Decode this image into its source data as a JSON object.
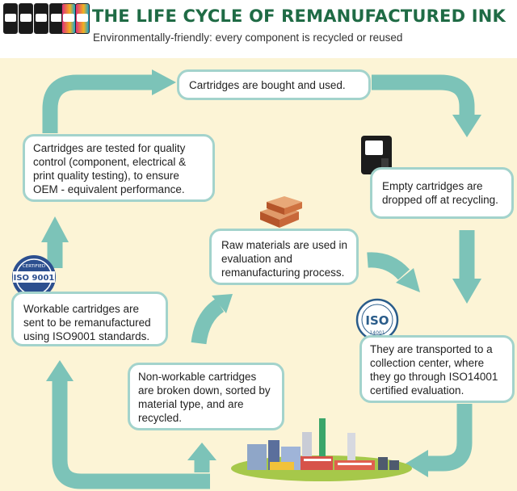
{
  "header": {
    "title": "THE LIFE CYCLE OF REMANUFACTURED INK",
    "subtitle": "Environmentally-friendly: every component is recycled or reused"
  },
  "steps": {
    "bought": "Cartridges are bought and used.",
    "dropped": "Empty cartridges are dropped off at recycling.",
    "transported": "They are transported to a collection center, where they go through ISO14001 certified evaluation.",
    "workable": "Workable cartridges are sent to be remanufactured using ISO9001 standards.",
    "tested": "Cartridges are tested for quality control (component, electrical & print quality testing), to ensure OEM - equivalent performance.",
    "raw": "Raw materials are used in evaluation and remanufacturing process.",
    "nonworkable": "Non-workable cartridges are broken down, sorted by material type, and are recycled."
  },
  "badges": {
    "iso9001_top": "CERTIFIED",
    "iso9001_main": "ISO 9001",
    "iso14001_main": "ISO",
    "iso14001_num": "14001"
  },
  "colors": {
    "title": "#1f6b45",
    "panel": "#fcf4d6",
    "arrow": "#7cc3b8",
    "box_border": "#a3d3cc"
  }
}
